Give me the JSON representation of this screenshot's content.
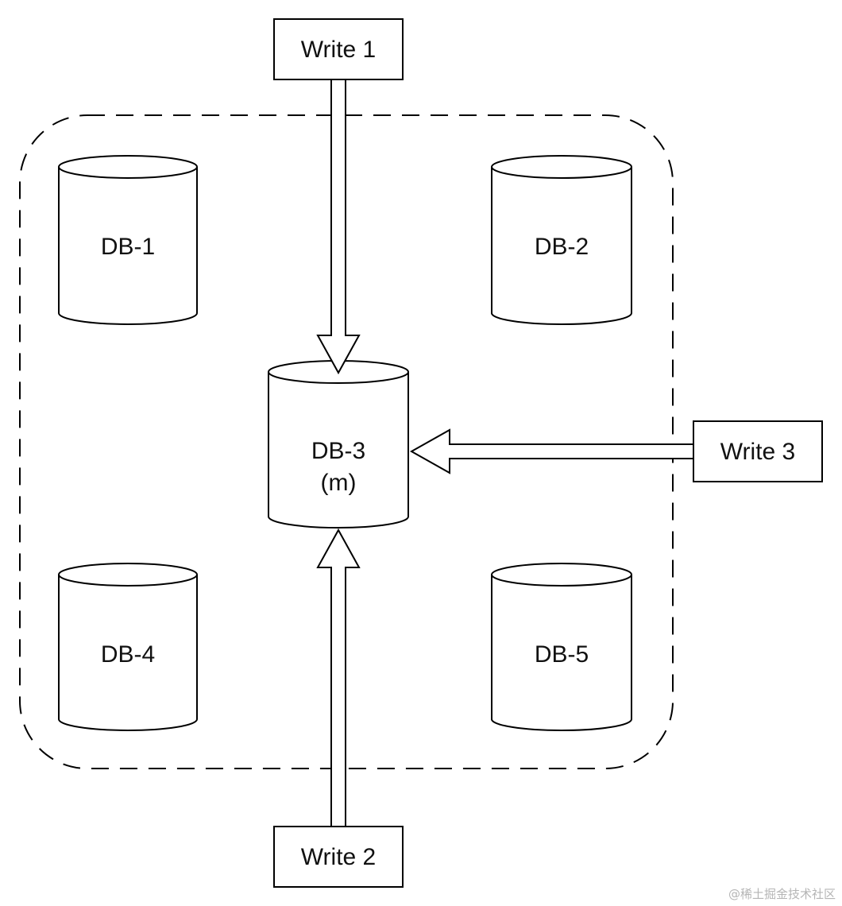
{
  "diagram": {
    "write_boxes": {
      "write1": "Write 1",
      "write2": "Write 2",
      "write3": "Write 3"
    },
    "databases": {
      "db1": "DB-1",
      "db2": "DB-2",
      "db3": "DB-3",
      "db3_sub": "(m)",
      "db4": "DB-4",
      "db5": "DB-5"
    },
    "watermark": "@稀土掘金技术社区"
  }
}
